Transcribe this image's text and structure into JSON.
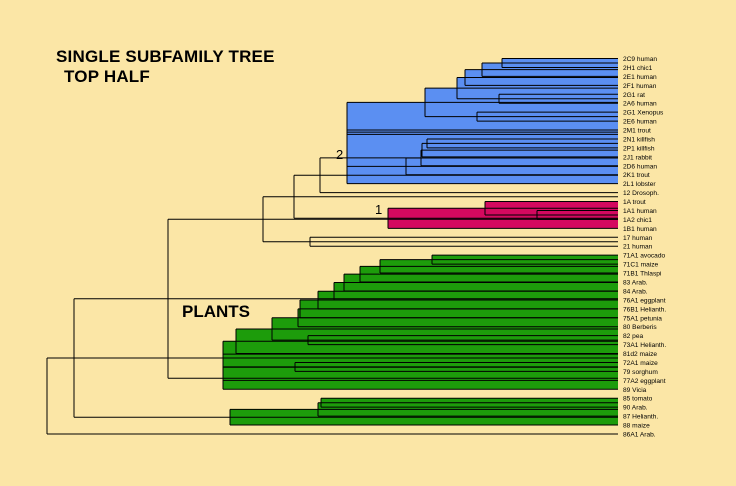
{
  "title_line1": "SINGLE SUBFAMILY TREE",
  "title_line2": "TOP HALF",
  "plants_label": "PLANTS",
  "node_labels": [
    "2",
    "1"
  ],
  "colors": {
    "background": "#fbe6a6",
    "group_2": "#5b8ff2",
    "group_1": "#d4095f",
    "plants": "#1d9c0b",
    "line": "#000000"
  },
  "leaves": [
    "2C9 human",
    "2H1 chic1",
    "2E1 human",
    "2F1 human",
    "2G1 rat",
    "2A6 human",
    "2G1 Xenopus",
    "2E6 human",
    "2M1 trout",
    "2N1 killfish",
    "2P1 killfish",
    "2J1 rabbit",
    "2D6 human",
    "2K1 trout",
    "2L1 lobster",
    "12 Drosoph.",
    "1A trout",
    "1A1 human",
    "1A2 chic1",
    "1B1 human",
    "17 human",
    "21 human",
    "71A1 avocado",
    "71C1 maize",
    "71B1 Thlaspi",
    "83 Arab.",
    "84 Arab.",
    "76A1 eggplant",
    "76B1 Helianth.",
    "75A1 petunia",
    "80 Berberis",
    "82 pea",
    "73A1 Helianth.",
    "81d2 maize",
    "72A1 maize",
    "79 sorghum",
    "77A2 eggplant",
    "89 Vicia",
    "85 tomato",
    "90 Arab.",
    "87 Helianth.",
    "88 maize",
    "86A1 Arab."
  ]
}
